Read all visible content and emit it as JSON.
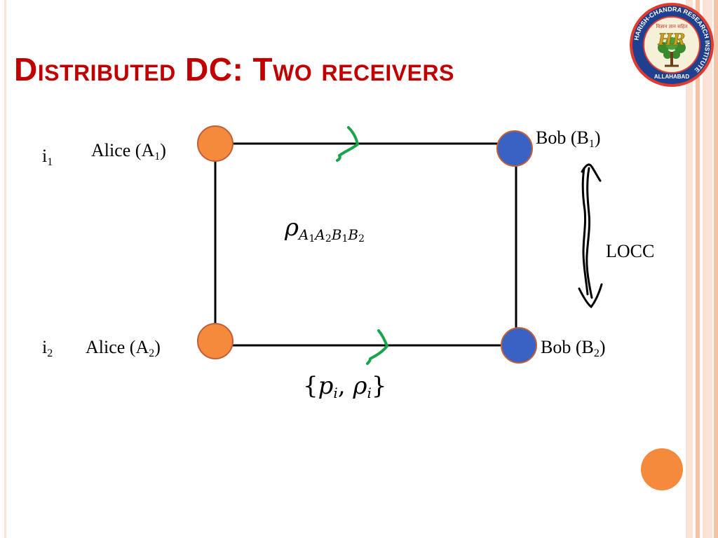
{
  "slide": {
    "title": "Distributed DC: Two receivers"
  },
  "logo": {
    "ring_text": "HARISH-CHANDRA RESEARCH INSTITUTE",
    "city": "ALLAHABAD",
    "hindi_motto": "विज्ञान ज्ञान सहित",
    "monogram": "HR"
  },
  "nodes": {
    "alice1": {
      "label": "Alice (A",
      "sub": "1",
      "close": ")"
    },
    "alice2": {
      "label": "Alice (A",
      "sub": "2",
      "close": ")"
    },
    "bob1": {
      "label": "Bob (B",
      "sub": "1",
      "close": ")"
    },
    "bob2": {
      "label": "Bob (B",
      "sub": "2",
      "close": ")"
    }
  },
  "indices": {
    "i1": {
      "base": "i",
      "sub": "1"
    },
    "i2": {
      "base": "i",
      "sub": "2"
    }
  },
  "state_label": {
    "rho": "ρ",
    "sub": [
      "A",
      "1",
      "A",
      "2",
      "B",
      "1",
      "B",
      "2"
    ]
  },
  "ensemble_label": {
    "open": "{",
    "p": "p",
    "i1": "i",
    "comma": ",",
    "rho": "ρ",
    "i2": "i",
    "close": "}"
  },
  "locc_label": "LOCC",
  "colors": {
    "title": "#c00000",
    "alice_node": "#f58a3c",
    "bob_node": "#3a62c5",
    "node_border": "#c0603a",
    "arrow_mark": "#1aa34a",
    "stripe_light": "#fbe3d6",
    "stripe_mid": "#f6c3a8",
    "decor_dot": "#f58a3c"
  }
}
